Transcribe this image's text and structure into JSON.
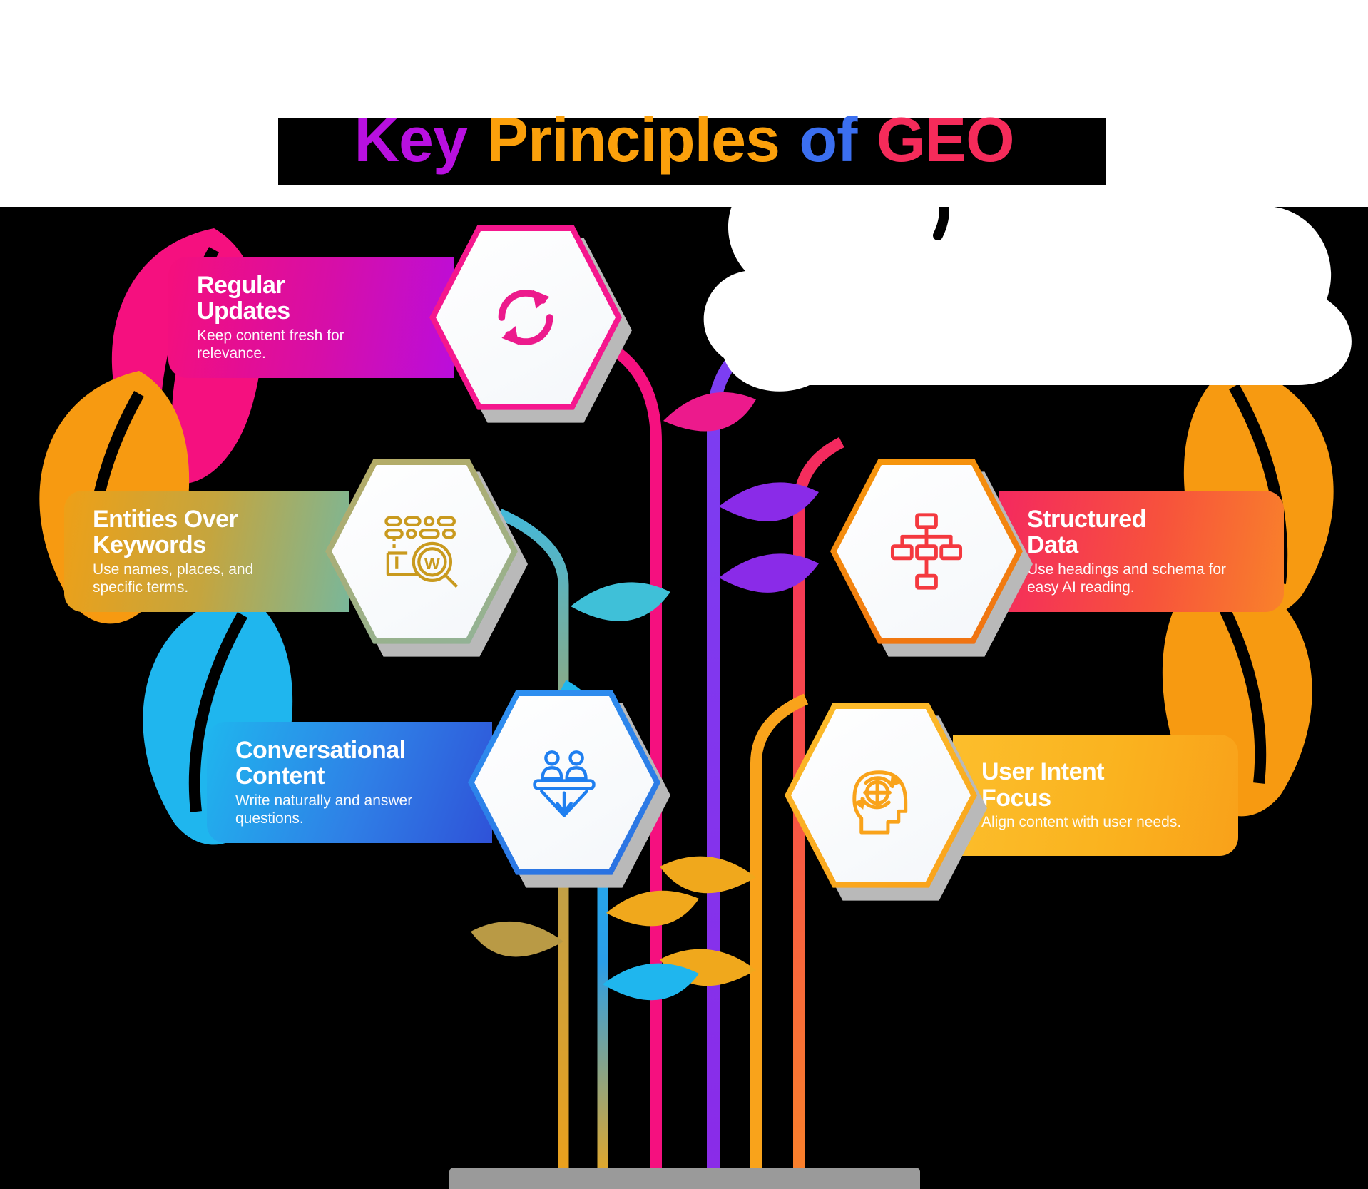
{
  "title": {
    "words": [
      {
        "text": "Key",
        "color": "#b810e0"
      },
      {
        "text": "Principles",
        "color": "#fba00b"
      },
      {
        "text": "of",
        "color": "#3b6ff0"
      },
      {
        "text": "GEO",
        "color": "#f52b5a"
      }
    ],
    "full_text": "Key Principles of GEO"
  },
  "cards": [
    {
      "id": "regular-updates",
      "title": "Regular\nUpdates",
      "desc": "Keep content fresh for\nrelevance.",
      "icon": "refresh-icon",
      "icon_color": "#ec1a8c",
      "ring_color": "#f5178e",
      "gradient_from": "#f50f7c",
      "gradient_to": "#bb0ddb",
      "side": "left"
    },
    {
      "id": "entities-over-keywords",
      "title": "Entities Over\nKeywords",
      "desc": "Use names, places, and\nspecific terms.",
      "icon": "keyword-search-icon",
      "icon_color": "#c99a1e",
      "ring_color": "#a5a169",
      "gradient_from": "#eea017",
      "gradient_to": "#45b8d8",
      "side": "left"
    },
    {
      "id": "conversational-content",
      "title": "Conversational\nContent",
      "desc": "Write naturally and answer\nquestions.",
      "icon": "conversation-funnel-icon",
      "icon_color": "#1f7ff0",
      "ring_color": "#2a86f0",
      "gradient_from": "#1fb6ee",
      "gradient_to": "#2f52d8",
      "side": "left"
    },
    {
      "id": "structured-data",
      "title": "Structured\nData",
      "desc": "Use headings and schema for\neasy AI reading.",
      "icon": "hierarchy-icon",
      "icon_color": "#f4393f",
      "ring_color": "#f79a0c",
      "gradient_from": "#f4295f",
      "gradient_to": "#f9822a",
      "side": "right"
    },
    {
      "id": "user-intent-focus",
      "title": "User Intent\nFocus",
      "desc": "Align content with user needs.",
      "icon": "head-target-icon",
      "icon_color": "#f9a31b",
      "ring_color": "#f9b22b",
      "gradient_from": "#fcbe2c",
      "gradient_to": "#f9a11a",
      "side": "right"
    }
  ],
  "decor": {
    "leaf_colors": [
      "#f5107f",
      "#f79a11",
      "#1fb6ee",
      "#f79a11",
      "#f79a11"
    ],
    "stem_colors": [
      "#ec1a8c",
      "#7b3ff2",
      "#c99a1e",
      "#f4393f",
      "#f9a31b"
    ],
    "ground_color": "#9a9a9a",
    "cloud_color": "#ffffff",
    "hex_shadow_color": "#b9b9b9"
  }
}
